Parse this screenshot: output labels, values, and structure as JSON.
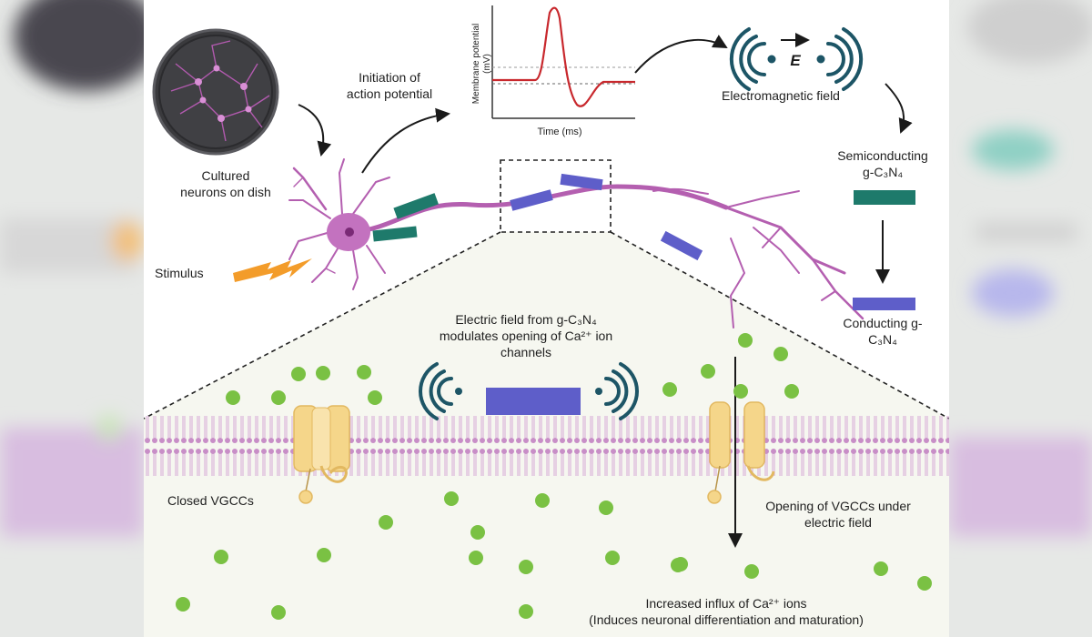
{
  "labels": {
    "cultured_line1": "Cultured",
    "cultured_line2": "neurons on dish",
    "initiation_line1": "Initiation of",
    "initiation_line2": "action potential",
    "membrane_axis": "Membrane potential",
    "membrane_unit": "(mV)",
    "time_axis": "Time (ms)",
    "field_symbol": "E",
    "em_field": "Electromagnetic field",
    "semiconducting_line1": "Semiconducting",
    "semiconducting_line2": "g-C₃N₄",
    "conducting_line1": "Conducting g-",
    "conducting_line2": "C₃N₄",
    "stimulus": "Stimulus",
    "electric_line1": "Electric field from g-C₃N₄",
    "electric_line2": "modulates opening of Ca²⁺ ion",
    "electric_line3": "channels",
    "closed_vgcc": "Closed VGCCs",
    "opening_line1": "Opening of VGCCs under",
    "opening_line2": "electric field",
    "influx_line1": "Increased influx of Ca²⁺ ions",
    "influx_line2": "(Induces neuronal differentiation and maturation)"
  },
  "colors": {
    "neuron": "#b45fb0",
    "membrane": "#c88ec7",
    "teal": "#1e7a6b",
    "blue_plate": "#5e5ec9",
    "calcium": "#7ac143",
    "channel": "#f5d68a",
    "spike": "#c8282d",
    "stimulus": "#f39c2a",
    "wave": "#1d5566"
  },
  "icons": [
    "petri-dish-icon",
    "neuron-icon",
    "lightning-icon",
    "signal-wave-icon",
    "ion-channel-icon"
  ]
}
